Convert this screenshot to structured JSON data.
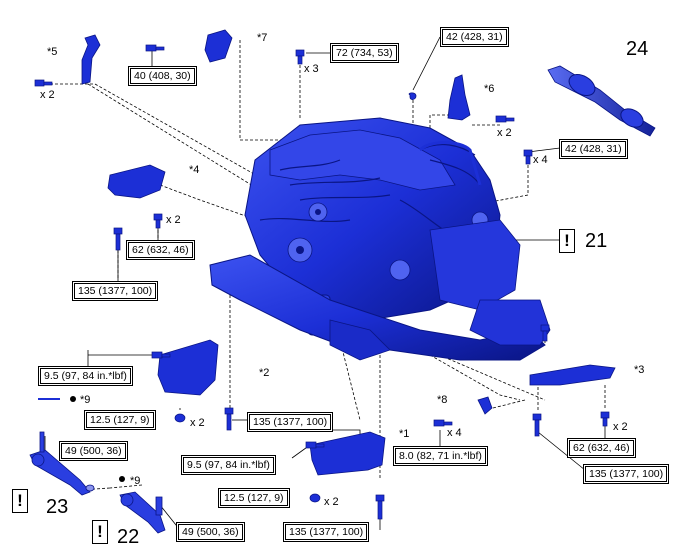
{
  "colors": {
    "part_blue": "#1c2fd6",
    "part_dark": "#0a1585",
    "part_light": "#4f63f0",
    "line": "#000000"
  },
  "torques": {
    "t_40": "40 (408, 30)",
    "t_72": "72 (734, 53)",
    "t_42_top": "42 (428, 31)",
    "t_42_right": "42 (428, 31)",
    "t_62_left": "62 (632, 46)",
    "t_135_left": "135 (1377, 100)",
    "t_9_5_left": "9.5 (97, 84 in.*lbf)",
    "t_12_5_left": "12.5 (127, 9)",
    "t_135_mid": "135 (1377, 100)",
    "t_49_left": "49 (500, 36)",
    "t_9_5_mid": "9.5 (97, 84 in.*lbf)",
    "t_12_5_mid": "12.5 (127, 9)",
    "t_135_bottom": "135 (1377, 100)",
    "t_49_bottom": "49 (500, 36)",
    "t_8_0": "8.0 (82, 71 in.*lbf)",
    "t_62_right": "62 (632, 46)",
    "t_135_right": "135 (1377, 100)"
  },
  "labels": {
    "star5": "*5",
    "star7": "*7",
    "star6": "*6",
    "star4": "*4",
    "star2": "*2",
    "star3": "*3",
    "star1": "*1",
    "star8": "*8",
    "star9_a": "*9",
    "star9_b": "*9",
    "x2_a": "x 2",
    "x3": "x 3",
    "x2_b": "x 2",
    "x4_a": "x 4",
    "x2_c": "x 2",
    "x2_d": "x 2",
    "x2_e": "x 2",
    "x4_b": "x 4",
    "x2_f": "x 2"
  },
  "callouts": {
    "n24": "24",
    "n21": "21",
    "n23": "23",
    "n22": "22",
    "warn_symbol": "!"
  }
}
